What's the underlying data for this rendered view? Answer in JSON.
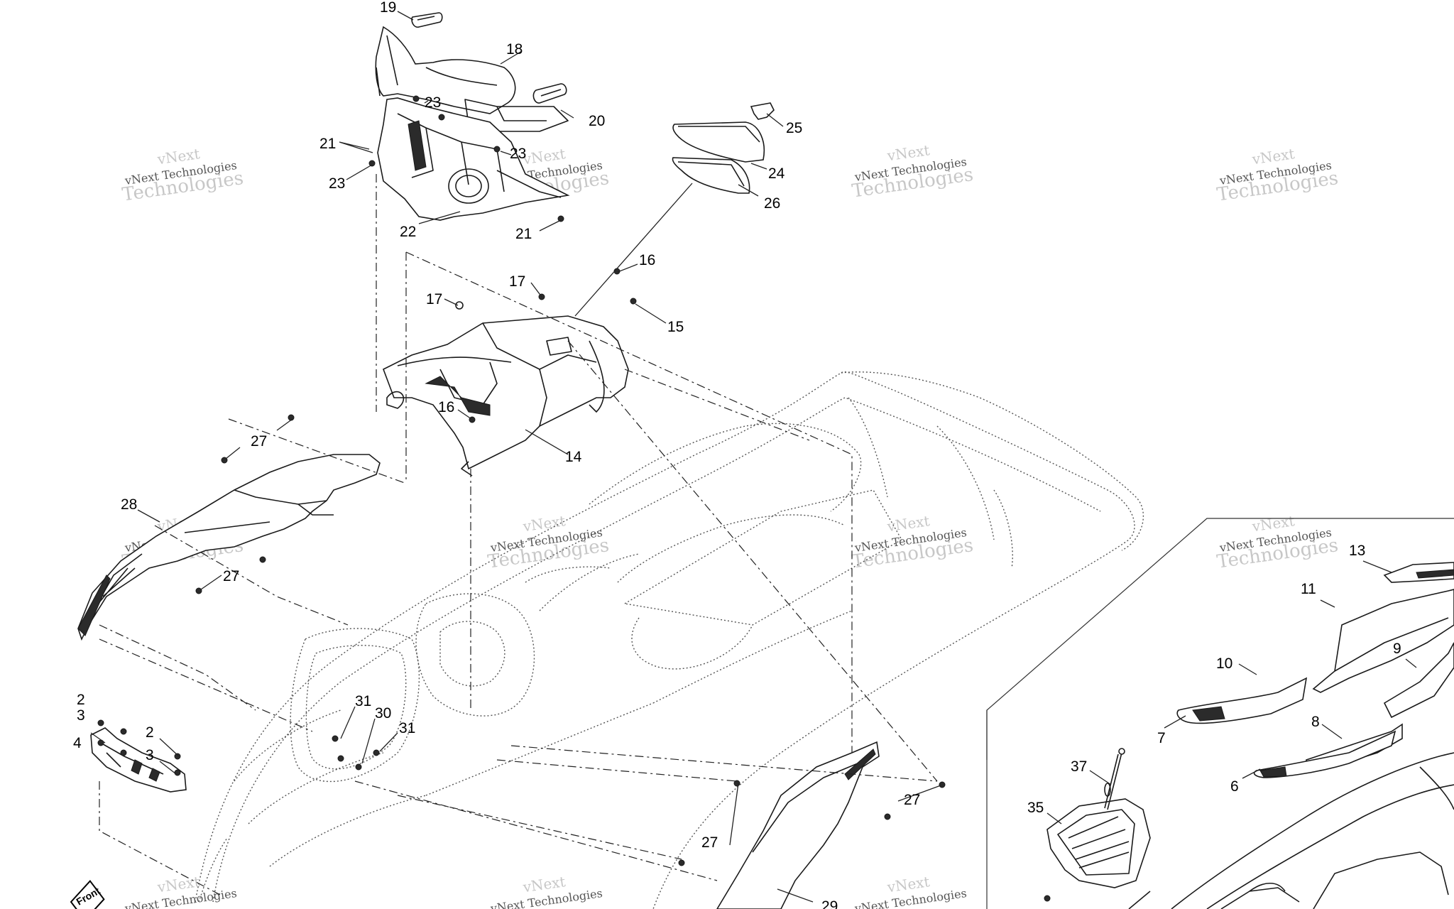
{
  "callouts": [
    {
      "id": "c19",
      "text": "19"
    },
    {
      "id": "c18",
      "text": "18"
    },
    {
      "id": "c23a",
      "text": "23"
    },
    {
      "id": "c20",
      "text": "20"
    },
    {
      "id": "c21a",
      "text": "21"
    },
    {
      "id": "c23b",
      "text": "23"
    },
    {
      "id": "c23c",
      "text": "23"
    },
    {
      "id": "c22",
      "text": "22"
    },
    {
      "id": "c21b",
      "text": "21"
    },
    {
      "id": "c25",
      "text": "25"
    },
    {
      "id": "c24",
      "text": "24"
    },
    {
      "id": "c26",
      "text": "26"
    },
    {
      "id": "c16a",
      "text": "16"
    },
    {
      "id": "c17a",
      "text": "17"
    },
    {
      "id": "c17b",
      "text": "17"
    },
    {
      "id": "c15",
      "text": "15"
    },
    {
      "id": "c16b",
      "text": "16"
    },
    {
      "id": "c14",
      "text": "14"
    },
    {
      "id": "c27a",
      "text": "27"
    },
    {
      "id": "c28",
      "text": "28"
    },
    {
      "id": "c27b",
      "text": "27"
    },
    {
      "id": "c13",
      "text": "13"
    },
    {
      "id": "c11",
      "text": "11"
    },
    {
      "id": "c9",
      "text": "9"
    },
    {
      "id": "c10",
      "text": "10"
    },
    {
      "id": "c8",
      "text": "8"
    },
    {
      "id": "c7",
      "text": "7"
    },
    {
      "id": "c6",
      "text": "6"
    },
    {
      "id": "c2a",
      "text": "2"
    },
    {
      "id": "c3a",
      "text": "3"
    },
    {
      "id": "c4",
      "text": "4"
    },
    {
      "id": "c2b",
      "text": "2"
    },
    {
      "id": "c3b",
      "text": "3"
    },
    {
      "id": "c31a",
      "text": "31"
    },
    {
      "id": "c30",
      "text": "30"
    },
    {
      "id": "c31b",
      "text": "31"
    },
    {
      "id": "c27c",
      "text": "27"
    },
    {
      "id": "c27d",
      "text": "27"
    },
    {
      "id": "c29",
      "text": "29"
    },
    {
      "id": "c37",
      "text": "37"
    },
    {
      "id": "c35",
      "text": "35"
    }
  ],
  "watermark": {
    "line1": "vNext",
    "line2": "vNext Technologies",
    "line3": "Technologies"
  },
  "front_label": "Front"
}
